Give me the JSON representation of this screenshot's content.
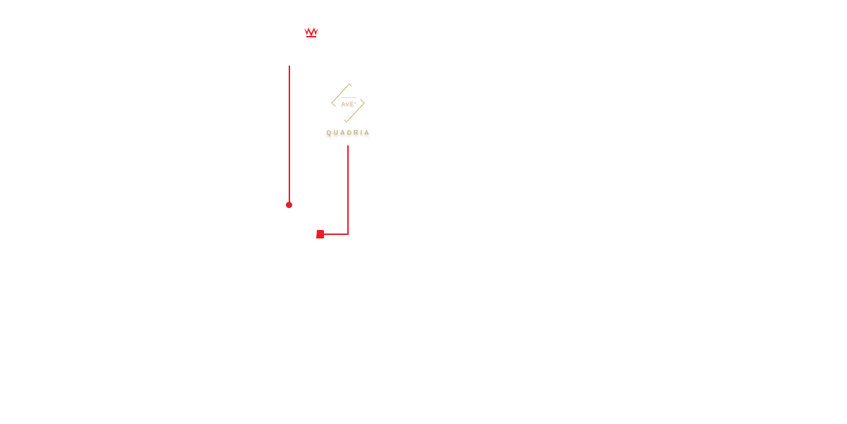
{
  "colors": {
    "accent": "#e41e2a",
    "gold": "#cdb88a",
    "background": "#ffffff"
  },
  "icons": {
    "crown": "crown-icon",
    "logo": "quadria-logo-icon",
    "marker": "pin-marker-icon"
  },
  "logo": {
    "abbr": "AVE",
    "abbr_sup": "9",
    "wordmark": "QUADRIA"
  }
}
